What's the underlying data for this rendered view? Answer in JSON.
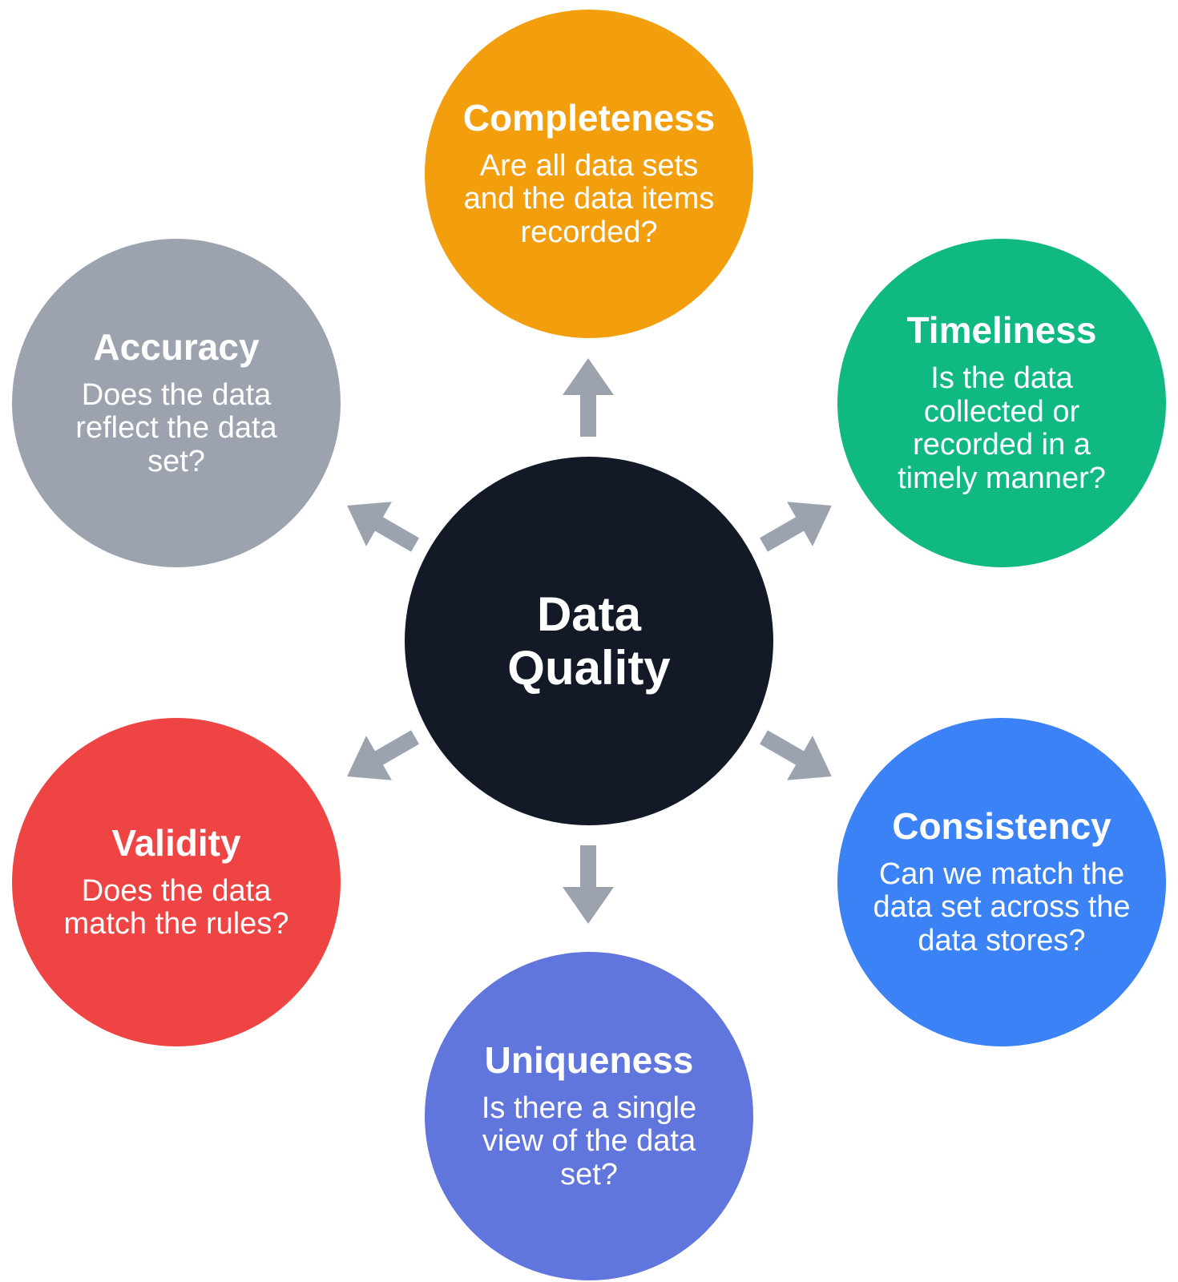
{
  "colors": {
    "center": "#141927",
    "arrow": "#9ca3af",
    "completeness": "#f29e0d",
    "timeliness": "#10b981",
    "consistency": "#3b82f6",
    "uniqueness": "#6176dd",
    "validity": "#ef4444",
    "accuracy": "#9ca3af"
  },
  "center": {
    "line1": "Data",
    "line2": "Quality"
  },
  "nodes": {
    "completeness": {
      "title": "Completeness",
      "desc": "Are all data sets and the data items recorded?"
    },
    "timeliness": {
      "title": "Timeliness",
      "desc": "Is the data collected or recorded in a timely manner?"
    },
    "consistency": {
      "title": "Consistency",
      "desc": "Can we match the data set across the data stores?"
    },
    "uniqueness": {
      "title": "Uniqueness",
      "desc": "Is there a single view of the data set?"
    },
    "validity": {
      "title": "Validity",
      "desc": "Does the data match the rules?"
    },
    "accuracy": {
      "title": "Accuracy",
      "desc": "Does the data reflect the data set?"
    }
  }
}
